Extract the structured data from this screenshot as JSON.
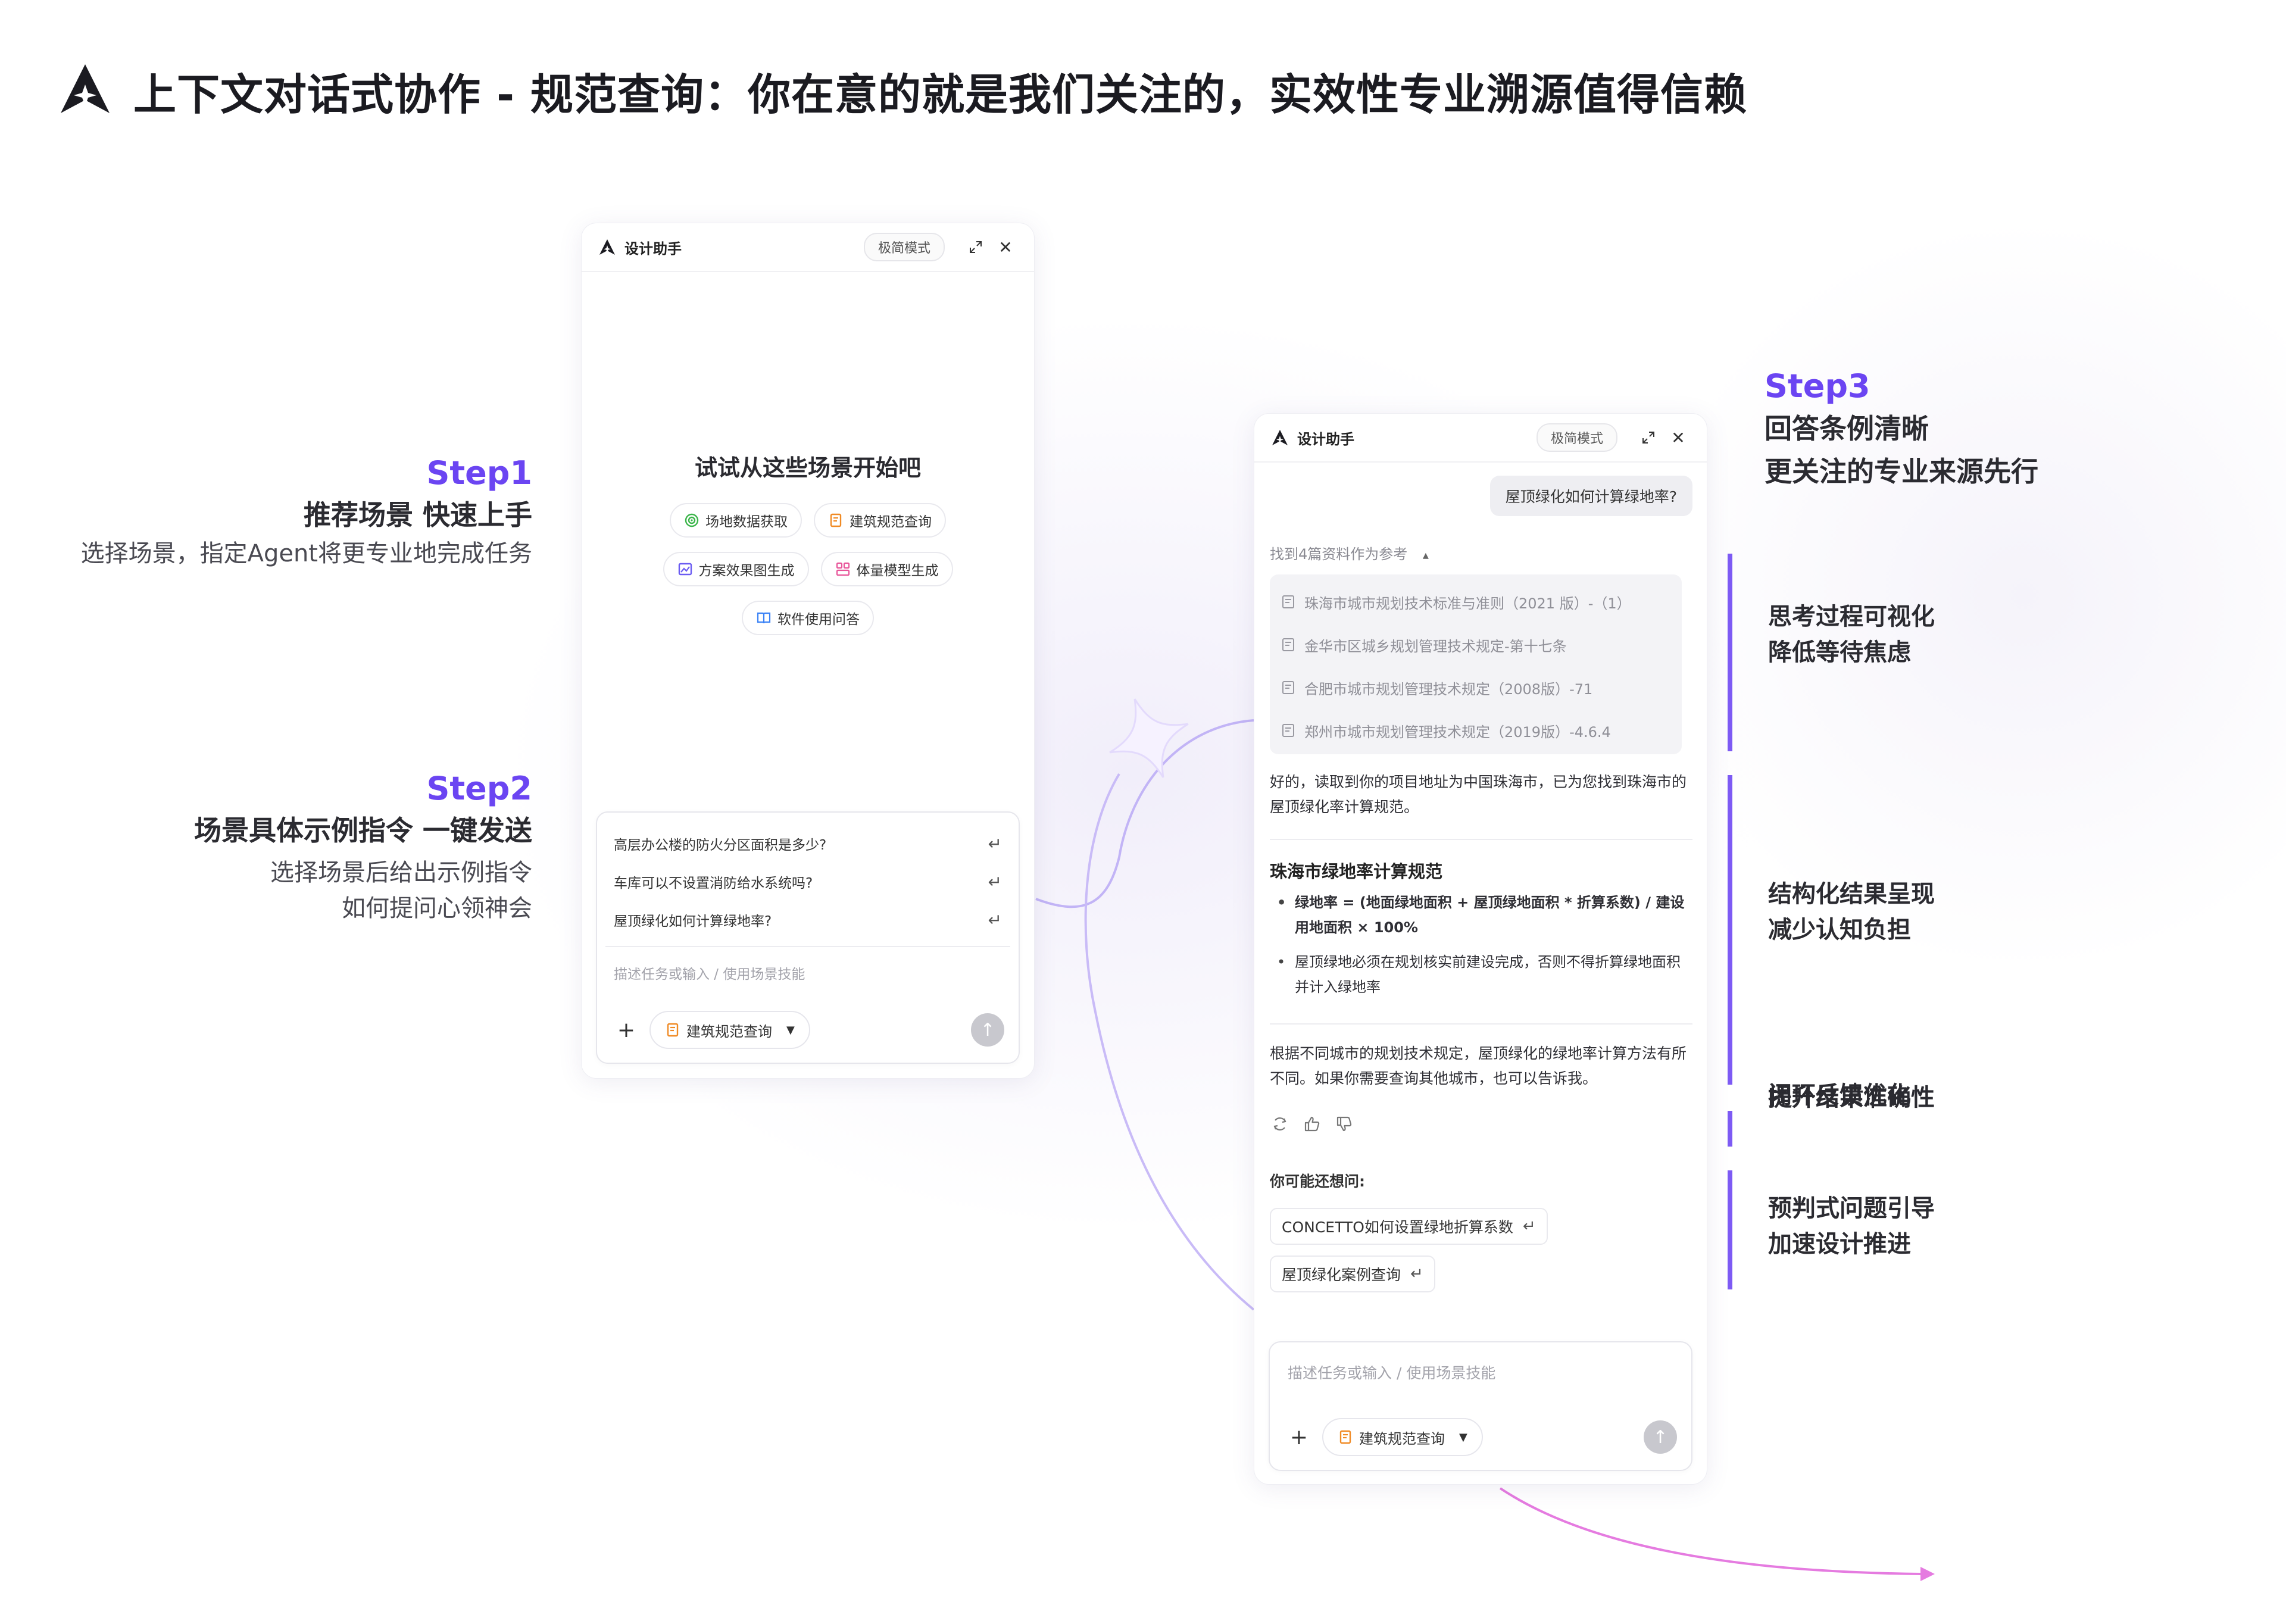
{
  "page": {
    "title": "上下文对话式协作 - 规范查询：你在意的就是我们关注的，实效性专业溯源值得信赖"
  },
  "steps": {
    "step1": {
      "num": "Step1",
      "head": "推荐场景 快速上手",
      "desc": "选择场景，指定Agent将更专业地完成任务"
    },
    "step2": {
      "num": "Step2",
      "head": "场景具体示例指令 一键发送",
      "desc_line1": "选择场景后给出示例指令",
      "desc_line2": "如何提问心领神会"
    },
    "step3": {
      "num": "Step3",
      "head_line1": "回答条例清晰",
      "head_line2": "更关注的专业来源先行"
    }
  },
  "features": [
    {
      "line1": "思考过程可视化",
      "line2": "降低等待焦虑"
    },
    {
      "line1": "结构化结果呈现",
      "line2": "减少认知负担"
    },
    {
      "line1": "闭环反馈优化",
      "line2": "提升结果准确性"
    },
    {
      "line1": "预判式问题引导",
      "line2": "加速设计推进"
    }
  ],
  "panel_a": {
    "title": "设计助手",
    "mode_button": "极简模式",
    "welcome": "试试从这些场景开始吧",
    "chips": [
      {
        "label": "场地数据获取",
        "icon": "target-icon",
        "color": "#3bb54a"
      },
      {
        "label": "建筑规范查询",
        "icon": "book-icon",
        "color": "#f08a24"
      },
      {
        "label": "方案效果图生成",
        "icon": "image-icon",
        "color": "#6b5cf2"
      },
      {
        "label": "体量模型生成",
        "icon": "blocks-icon",
        "color": "#e8559a"
      },
      {
        "label": "软件使用问答",
        "icon": "manual-icon",
        "color": "#3b82f6"
      }
    ],
    "prompts": [
      "高层办公楼的防火分区面积是多少?",
      "车库可以不设置消防给水系统吗?",
      "屋顶绿化如何计算绿地率?"
    ],
    "input_placeholder": "描述任务或输入 / 使用场景技能",
    "skill": "建筑规范查询"
  },
  "panel_b": {
    "title": "设计助手",
    "mode_button": "极简模式",
    "user_message": "屋顶绿化如何计算绿地率?",
    "refs_title": "找到4篇资料作为参考",
    "refs": [
      "珠海市城市规划技术标准与准则（2021 版）-（1）",
      "金华市区城乡规划管理技术规定-第十七条",
      "合肥市城市规划管理技术规定（2008版）-71",
      "郑州市城市规划管理技术规定（2019版）-4.6.4"
    ],
    "answer_intro": "好的，读取到你的项目地址为中国珠海市，已为您找到珠海市的屋顶绿化率计算规范。",
    "section_title": "珠海市绿地率计算规范",
    "bullets": [
      "绿地率 = (地面绿地面积 + 屋顶绿地面积 * 折算系数) / 建设用地面积 × 100%",
      "屋顶绿地必须在规划核实前建设完成，否则不得折算绿地面积并计入绿地率"
    ],
    "answer_outro": "根据不同城市的规划技术规定，屋顶绿化的绿地率计算方法有所不同。如果你需要查询其他城市，也可以告诉我。",
    "suggest_title": "你可能还想问:",
    "suggestions": [
      "CONCETTO如何设置绿地折算系数",
      "屋顶绿化案例查询"
    ],
    "input_placeholder": "描述任务或输入 / 使用场景技能",
    "skill": "建筑规范查询"
  },
  "colors": {
    "accent": "#6b45f2",
    "feature_bar": "#7d5af4",
    "curve": "#b9a6f6",
    "arrow": "#e57be0"
  },
  "glyphs": {
    "enter": "↵",
    "plus": "+",
    "caret": "▼",
    "send": "↑",
    "close": "✕",
    "collapse": "▴"
  }
}
